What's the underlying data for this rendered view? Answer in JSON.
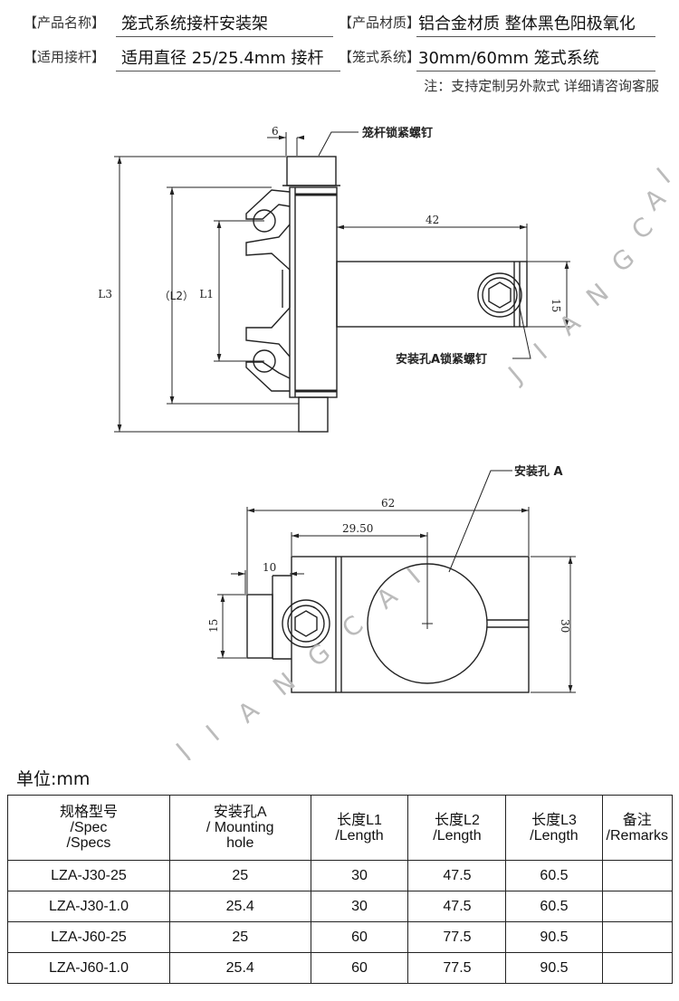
{
  "header": {
    "row1": {
      "name_label": "【产品名称】",
      "name_value": "笼式系统接杆安装架",
      "material_label": "【产品材质】",
      "material_value": "铝合金材质 整体黑色阳极氧化"
    },
    "row2": {
      "rod_label": "【适用接杆】",
      "rod_value": "适用直径 25/25.4mm 接杆",
      "cage_label": "【笼式系统】",
      "cage_value": "30mm/60mm 笼式系统"
    },
    "note": "注：支持定制另外款式 详细请咨询客服"
  },
  "drawing_top": {
    "screw_label": "笼杆锁紧螺钉",
    "dim_6": "6",
    "dim_42": "42",
    "dim_15": "15",
    "dim_L3": "L3",
    "dim_L2": "（L2）",
    "dim_L1": "L1",
    "hole_screw_label": "安装孔A锁紧螺钉"
  },
  "drawing_bottom": {
    "hole_label": "安装孔 A",
    "dim_62": "62",
    "dim_2950": "29.50",
    "dim_10": "10",
    "dim_15": "15",
    "dim_30": "30"
  },
  "watermark": {
    "letters": [
      "J",
      "I",
      "A",
      "N",
      "G",
      "C",
      "A",
      "I"
    ]
  },
  "unit_label": "单位:mm",
  "table": {
    "headers": [
      [
        "规格型号",
        "/Spec",
        "/Specs"
      ],
      [
        "安装孔A",
        "/ Mounting",
        "hole"
      ],
      [
        "长度L1",
        "/Length"
      ],
      [
        "长度L2",
        "/Length"
      ],
      [
        "长度L3",
        "/Length"
      ],
      [
        "备注",
        "/Remarks"
      ]
    ],
    "rows": [
      [
        "LZA-J30-25",
        "25",
        "30",
        "47.5",
        "60.5",
        ""
      ],
      [
        "LZA-J30-1.0",
        "25.4",
        "30",
        "47.5",
        "60.5",
        ""
      ],
      [
        "LZA-J60-25",
        "25",
        "60",
        "77.5",
        "90.5",
        ""
      ],
      [
        "LZA-J60-1.0",
        "25.4",
        "60",
        "77.5",
        "90.5",
        ""
      ]
    ]
  }
}
